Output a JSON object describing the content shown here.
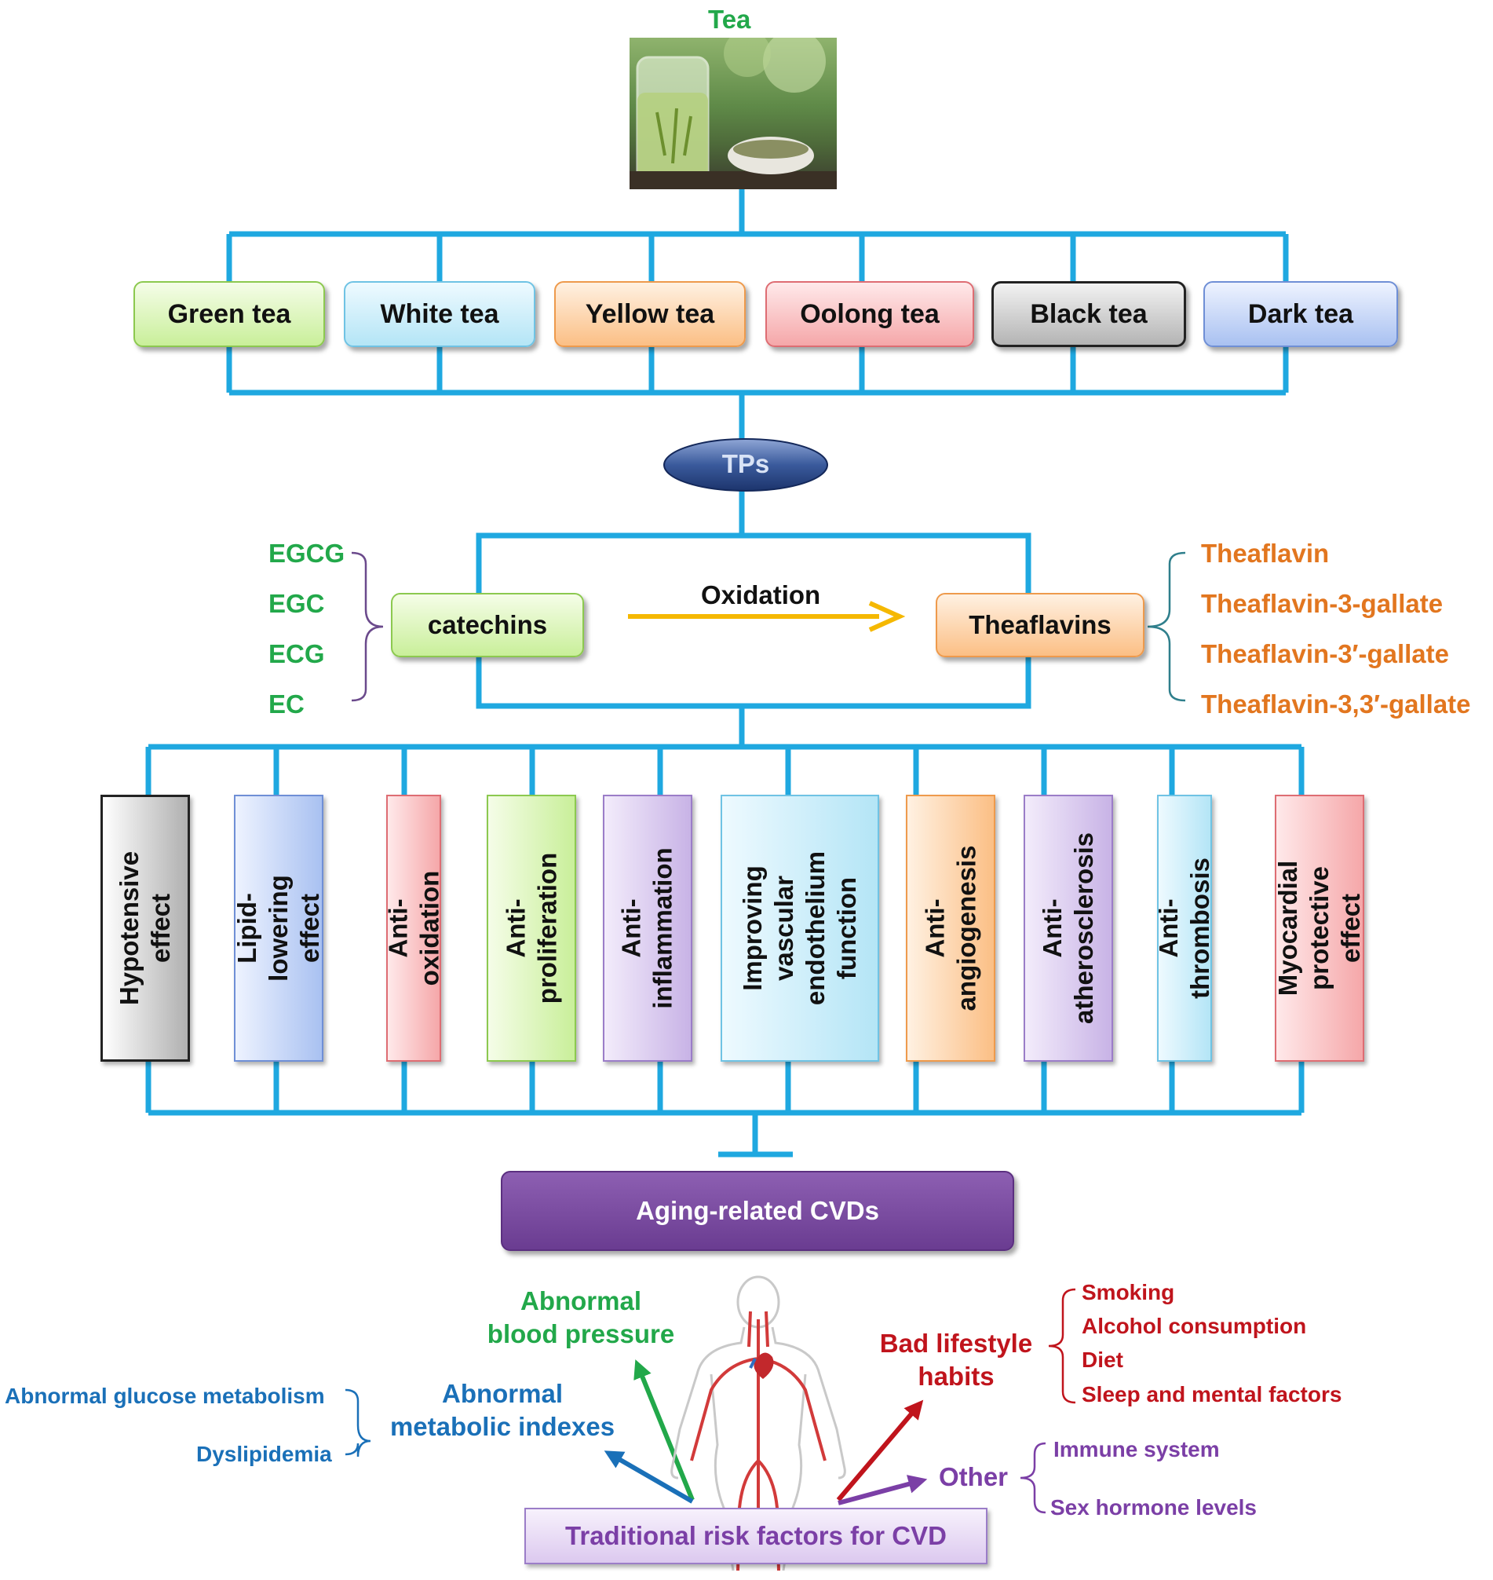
{
  "root": {
    "title": "Tea"
  },
  "tea_types": [
    "Green tea",
    "White tea",
    "Yellow tea",
    "Oolong tea",
    "Black tea",
    "Dark tea"
  ],
  "tps": "TPs",
  "catechins": {
    "label": "catechins",
    "members": [
      "EGCG",
      "EGC",
      "ECG",
      "EC"
    ]
  },
  "oxidation": "Oxidation",
  "theaflavins": {
    "label": "Theaflavins",
    "members": [
      "Theaflavin",
      "Theaflavin-3-gallate",
      "Theaflavin-3′-gallate",
      "Theaflavin-3,3′-gallate"
    ]
  },
  "effects": [
    "Hypotensive\neffect",
    "Lipid-lowering\neffect",
    "Anti-oxidation",
    "Anti-\nproliferation",
    "Anti-\ninflammation",
    "Improving\nvascular\nendothelium\nfunction",
    "Anti-\nangiogenesis",
    "Anti-\natherosclerosis",
    "Anti-thrombosis",
    "Myocardial\nprotective effect"
  ],
  "cvd": "Aging-related CVDs",
  "risk": {
    "title": "Traditional risk factors for CVD",
    "blood_pressure": "Abnormal\nblood pressure",
    "metabolic": "Abnormal\nmetabolic indexes",
    "metabolic_items": [
      "Abnormal glucose metabolism",
      "Dyslipidemia"
    ],
    "lifestyle": "Bad lifestyle\nhabits",
    "lifestyle_items": [
      "Smoking",
      "Alcohol consumption",
      "Diet",
      "Sleep and mental factors"
    ],
    "other": "Other",
    "other_items": [
      "Immune system",
      "Sex hormone levels"
    ]
  },
  "colors": {
    "connector": "#1fa8e0",
    "green": "#22a84a",
    "orange": "#e2761f",
    "blue": "#1a70b8",
    "red": "#c0141c",
    "purple": "#7b3fa6",
    "gold": "#f5b800"
  },
  "icons": {
    "photo": "tea-glass-photo",
    "figure": "human-circulatory-figure"
  }
}
